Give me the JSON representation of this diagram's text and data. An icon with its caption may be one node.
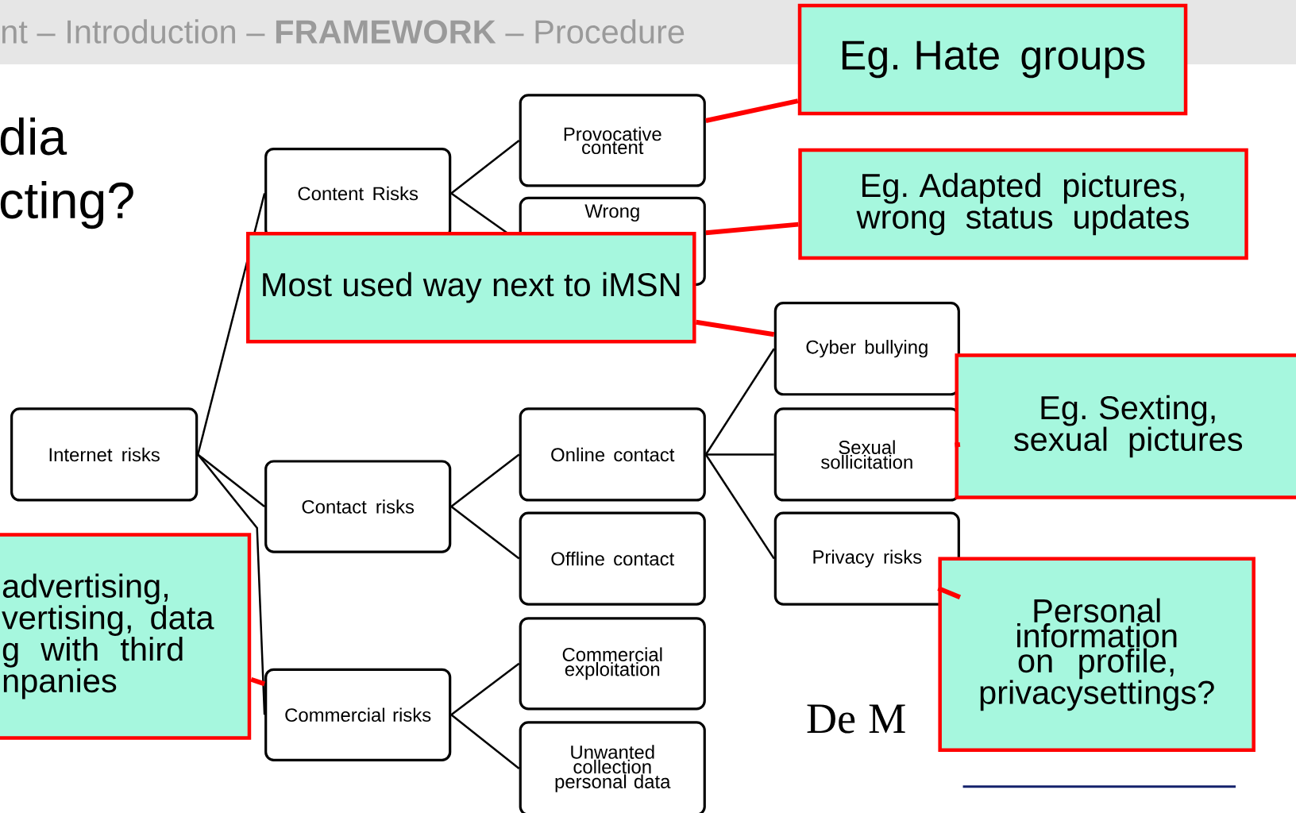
{
  "diagram": {
    "nodes": [
      {
        "text": [
          "Internet risks"
        ]
      },
      {
        "text": [
          "Content Risks"
        ]
      },
      {
        "text": [
          "Provocative content"
        ]
      },
      {
        "text": [
          "Wrong"
        ]
      },
      {
        "text": [
          "Contact risks"
        ]
      },
      {
        "text": [
          "Online contact"
        ]
      },
      {
        "text": [
          "Offline contact"
        ]
      },
      {
        "text": [
          "Cyber bullying"
        ]
      },
      {
        "text": [
          "Sexual sollicitation"
        ]
      },
      {
        "text": [
          "Privacy risks"
        ]
      },
      {
        "text": [
          "Commercial risks"
        ]
      },
      {
        "text": [
          "Commercial exploitation"
        ]
      },
      {
        "text": [
          "Unwanted collection personal data"
        ]
      },
      {
        "text": [
          "Eg. Hate groups"
        ]
      },
      {
        "text": [
          "Eg. Adapted pictures, wrong status updates"
        ]
      },
      {
        "text": [
          "Most used way next to iMSN"
        ]
      },
      {
        "text": [
          "Eg. Sexting, sexual pictures"
        ]
      },
      {
        "text": [
          "Personal information on profile, privacysettings?"
        ]
      },
      {
        "text": [
          "advertising, vertising, data g with third npanies"
        ]
      }
    ],
    "edges": [
      {
        "from": 0,
        "to": 1,
        "arrow": "none"
      },
      {
        "from": 0,
        "to": 4,
        "arrow": "none"
      },
      {
        "from": 0,
        "to": 10,
        "arrow": "none"
      },
      {
        "from": 1,
        "to": 2,
        "arrow": "none"
      },
      {
        "from": 1,
        "to": 3,
        "arrow": "none"
      },
      {
        "from": 4,
        "to": 5,
        "arrow": "none"
      },
      {
        "from": 4,
        "to": 6,
        "arrow": "none"
      },
      {
        "from": 5,
        "to": 7,
        "arrow": "none"
      },
      {
        "from": 5,
        "to": 8,
        "arrow": "none"
      },
      {
        "from": 5,
        "to": 9,
        "arrow": "none"
      },
      {
        "from": 10,
        "to": 11,
        "arrow": "none"
      },
      {
        "from": 10,
        "to": 12,
        "arrow": "none"
      },
      {
        "from": 13,
        "to": 2,
        "arrow": "none",
        "style": "thick",
        "color": "#ff0000"
      },
      {
        "from": 14,
        "to": 3,
        "arrow": "none",
        "style": "thick",
        "color": "#ff0000"
      },
      {
        "from": 15,
        "to": 7,
        "arrow": "none",
        "style": "thick",
        "color": "#ff0000"
      },
      {
        "from": 16,
        "to": 8,
        "arrow": "none",
        "style": "thick",
        "color": "#ff0000"
      },
      {
        "from": 17,
        "to": 9,
        "arrow": "none",
        "style": "thick",
        "color": "#ff0000"
      },
      {
        "from": 18,
        "to": 10,
        "arrow": "none",
        "style": "thick",
        "color": "#ff0000"
      }
    ],
    "labels": [
      "nt – Introduction – **FRAMEWORK** – Procedure",
      "dia",
      "cting?",
      "De M"
    ]
  }
}
